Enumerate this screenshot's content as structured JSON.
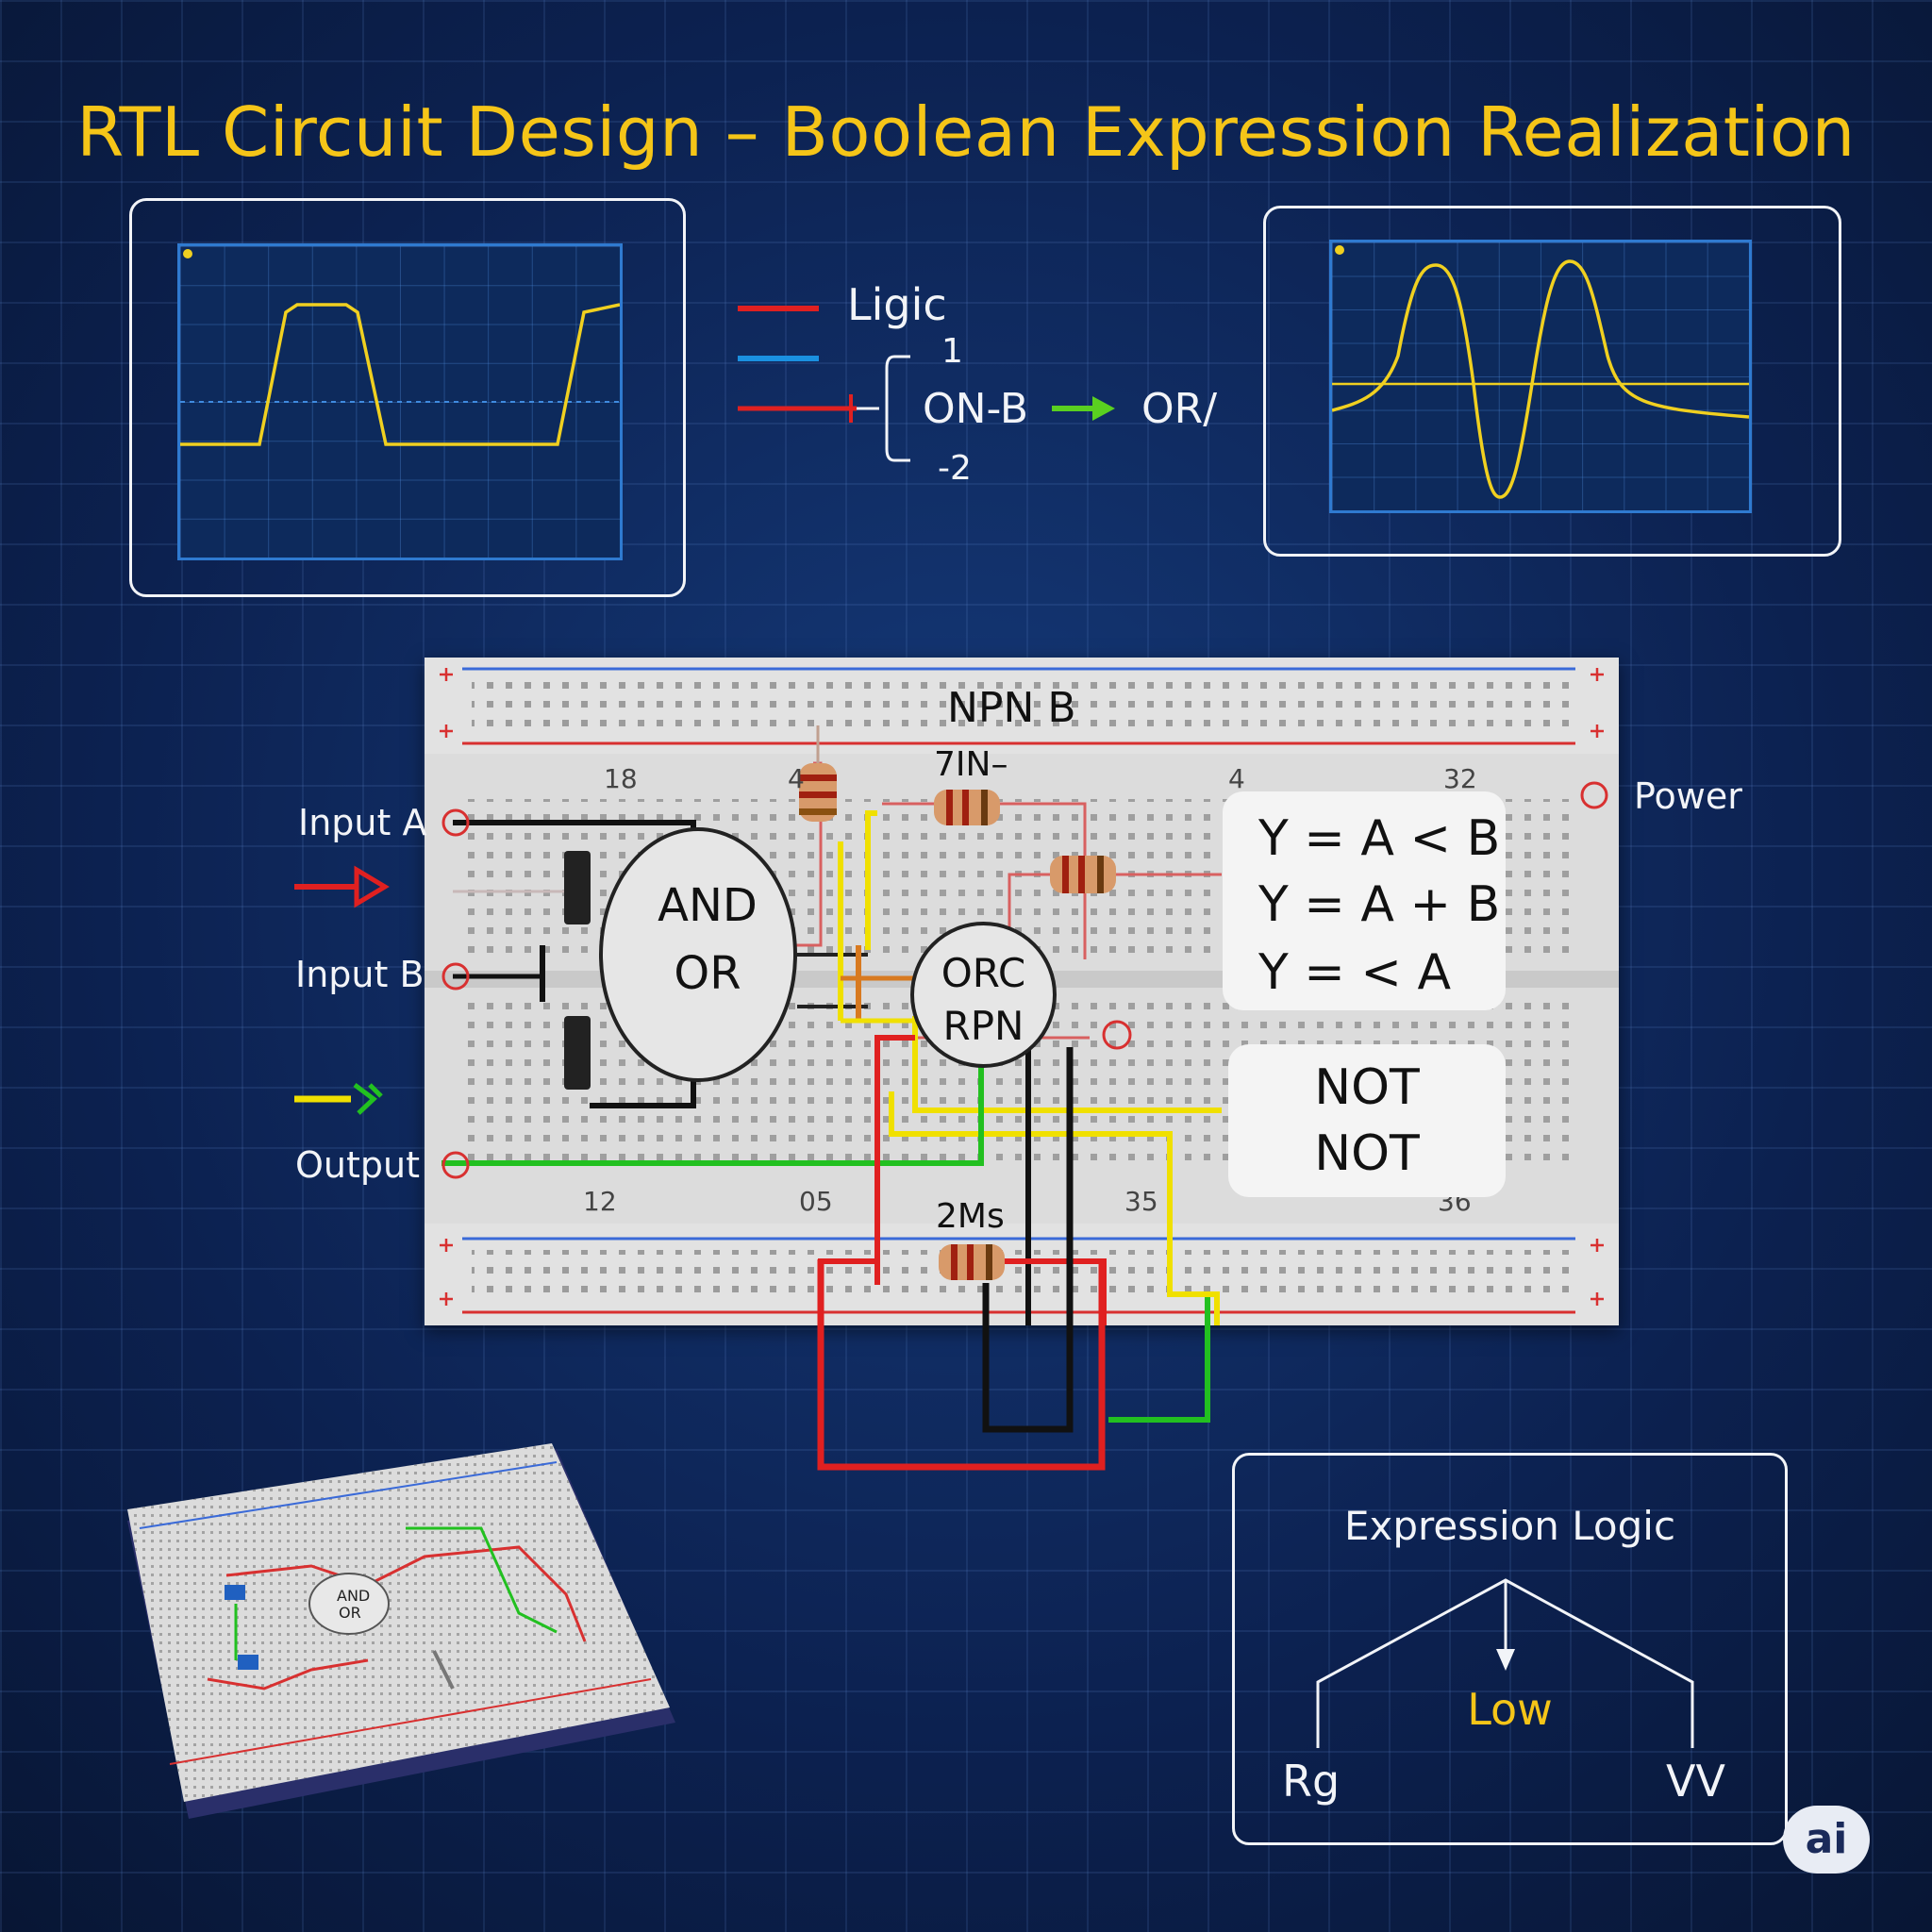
{
  "title": "RTL Circuit Design – Boolean Expression Realization",
  "legend": {
    "label": "Ligic",
    "branch_top": "1",
    "branch_bottom": "-2",
    "node": "ON-B",
    "result": "OR/"
  },
  "breadboard": {
    "header": "NPN B",
    "resistor_top": "7IN–",
    "resistor_bottom": "2Ms",
    "top_numbers": [
      "18",
      "4",
      "4",
      "32"
    ],
    "bottom_numbers": [
      "12",
      "05",
      "35",
      "36"
    ],
    "gate_main": [
      "AND",
      "OR"
    ],
    "gate_small": [
      "ORC",
      "RPN"
    ]
  },
  "io": {
    "input_a": "Input A",
    "input_b": "Input B",
    "output": "Output",
    "power": "Power"
  },
  "equations": [
    "Y = A < B",
    "Y = A + B",
    "Y = < A"
  ],
  "not_box": [
    "NOT",
    "NOT"
  ],
  "mini_board": {
    "gate_text": [
      "AND",
      "OR"
    ]
  },
  "expression_logic": {
    "title": "Expression Logic",
    "center": "Low",
    "left": "Rg",
    "right": "VV"
  },
  "badge": "ai",
  "colors": {
    "title": "#f5c518",
    "trace": "#f0d020",
    "wire_red": "#e02020",
    "wire_yellow": "#f0e000",
    "wire_green": "#22c020",
    "wire_blue": "#1a90e0"
  }
}
